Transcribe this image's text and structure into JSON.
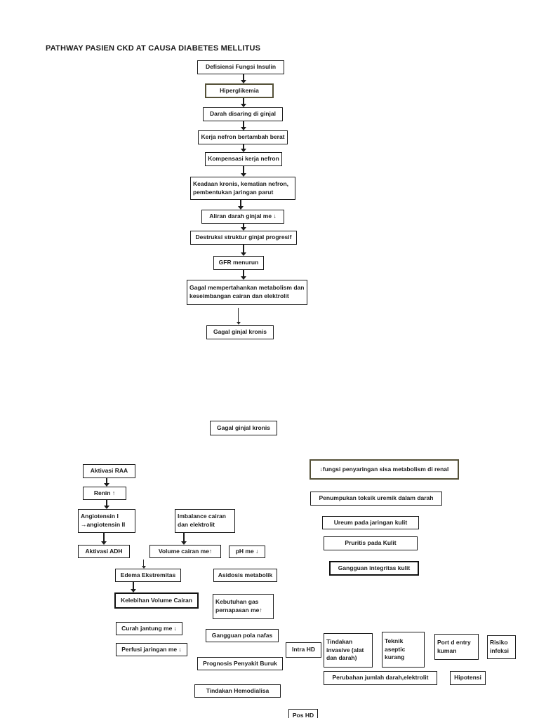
{
  "title": "PATHWAY PASIEN CKD AT CAUSA DIABETES MELLITUS",
  "colors": {
    "box_border": "#1b1b1b",
    "accent_border": "#555138",
    "background": "#ffffff"
  },
  "nodes": {
    "defisiensi": "Defisiensi Fungsi Insulin",
    "hiperglikemia": "Hiperglikemia",
    "darah_disaring": "Darah disaring di ginjal",
    "kerja_nefron": "Kerja nefron bertambah berat",
    "kompensasi": "Kompensasi kerja nefron",
    "keadaan_kronis": "Keadaan kronis, kematian nefron, pembentukan jaringan parut",
    "aliran_darah": "Aliran darah ginjal me ↓",
    "destruksi": "Destruksi struktur ginjal progresif",
    "gfr": "GFR menurun",
    "gagal_mempertahankan": "Gagal mempertahankan metabolism dan keseimbangan cairan dan elektrolit",
    "gagal_ginjal_kronis_1": "Gagal ginjal kronis",
    "gagal_ginjal_kronis_2": "Gagal ginjal kronis",
    "aktivasi_raa": "Aktivasi RAA",
    "renin": "Renin ↑",
    "angiotensin": "Angiotensin I →angiotensin II",
    "aktivasi_adh": "Aktivasi ADH",
    "imbalance": "Imbalance cairan dan elektrolit",
    "volume_cairan": "Volume cairan me↑",
    "ph": "pH me ↓",
    "edema": "Edema Ekstremitas",
    "asidosis": "Asidosis metabolik",
    "kelebihan_volume": "Kelebihan Volume Cairan",
    "kebutuhan_gas": "Kebutuhan gas pernapasan me↑",
    "curah_jantung": "Curah jantung me ↓",
    "gangguan_pola_nafas": "Gangguan pola nafas",
    "perfusi": "Perfusi jaringan me ↓",
    "prognosis": "Prognosis Penyakit Buruk",
    "tindakan_hemodialisa": "Tindakan Hemodialisa",
    "pos_hd": "Pos HD",
    "fungsi_penyaringan": "↓fungsi penyaringan sisa metabolism di renal",
    "penumpukan_toksik": "Penumpukan toksik uremik dalam darah",
    "ureum": "Ureum pada jaringan kulit",
    "pruritis": "Pruritis pada Kulit",
    "gangguan_integritas": "Gangguan integritas kulit",
    "intra_hd": "Intra HD",
    "tindakan_invasive": "Tindakan invasive (alat dan darah)",
    "teknik_aseptic": "Teknik aseptic kurang",
    "port_d_entry": "Port d entry kuman",
    "risiko_infeksi": "Risiko infeksi",
    "perubahan_jumlah": "Perubahan jumlah darah,elektrolit",
    "hipotensi": "Hipotensi"
  }
}
